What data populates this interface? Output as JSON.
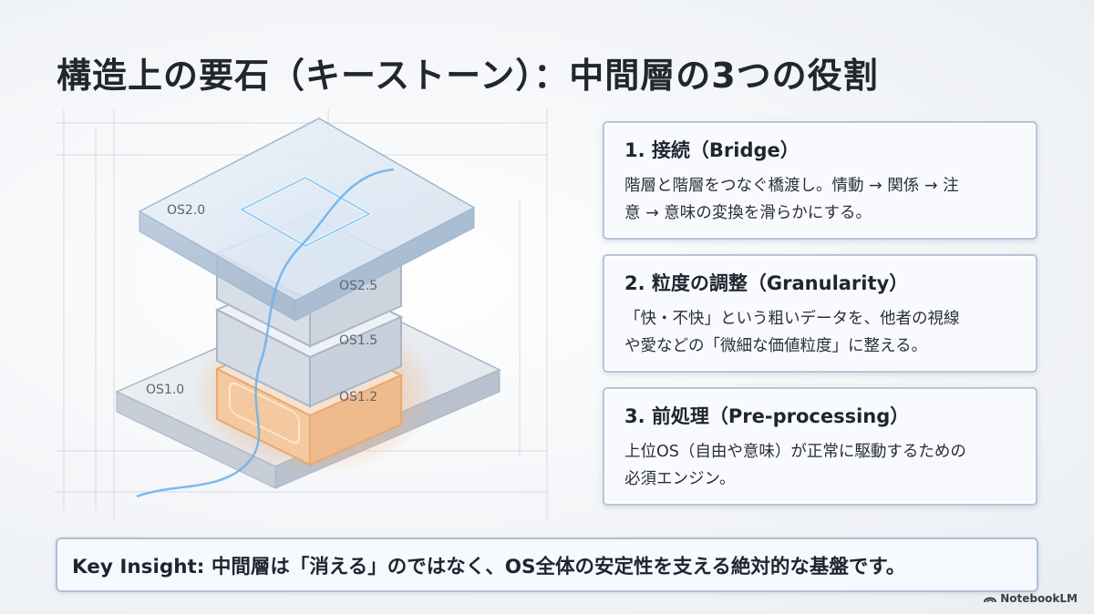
{
  "title": "構造上の要石（キーストーン）：中間層の3つの役割",
  "illustration": {
    "labels": [
      "OS2.0",
      "OS2.5",
      "OS1.5",
      "OS1.2",
      "OS1.0"
    ]
  },
  "cards": [
    {
      "title": "1. 接続（Bridge）",
      "lines": [
        "階層と階層をつなぐ橋渡し。情動 → 関係 → 注",
        "意 → 意味の変換を滑らかにする。"
      ]
    },
    {
      "title": "2. 粒度の調整（Granularity）",
      "lines": [
        "「快・不快」という粗いデータを、他者の視線",
        "や愛などの「微細な価値粒度」に整える。"
      ]
    },
    {
      "title": "3. 前処理（Pre-processing）",
      "lines": [
        "上位OS（自由や意味）が正常に駆動するための",
        "必須エンジン。"
      ]
    }
  ],
  "insight": "Key Insight: 中間層は「消える」のではなく、OS全体の安定性を支える絶対的な基盤です。",
  "brand": "NotebookLM",
  "colors": {
    "card_border": "#b6c6da",
    "glow_orange": "#f2a766",
    "glow_blue": "#6fb2ea"
  }
}
